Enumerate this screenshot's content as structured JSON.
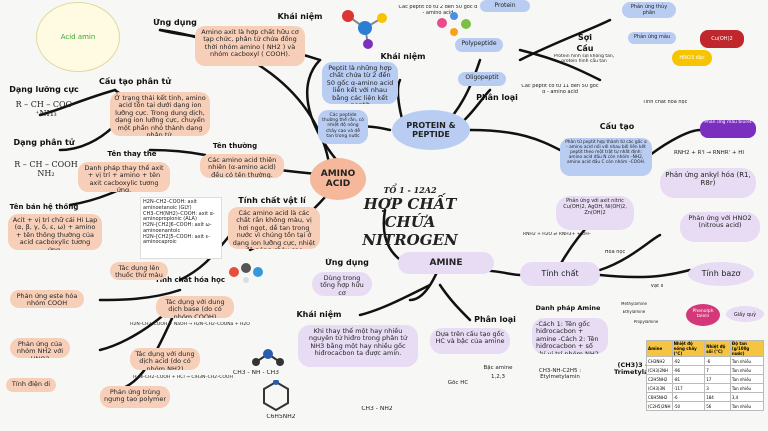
{
  "title": {
    "line1": "TỔ 1 - 12A2",
    "line2": "HỢP CHẤT CHỨA",
    "line3": "NITROGEN"
  },
  "amino_acid": {
    "center": "AMINO ACID",
    "khai_niem_label": "Khái niệm",
    "khai_niem_text": "Amino axit là hợp chất hữu cơ tạp chức, phân tử chứa đồng thời nhóm amino ( NH2 ) và nhóm cacboxyl ( COOH).",
    "ung_dung_label": "Ứng dụng",
    "acid_amin_label": "Acid amin",
    "cau_tao_label": "Cấu tạo phân tử",
    "cau_tao_text": "Ở trạng thái kết tinh, amino acid tồn tại dưới dạng ion lưỡng cực. Trong dung dịch, dạng ion lưỡng cực, chuyển một phần nhỏ thành dạng phân tử.",
    "dang_luong_cuc": "Dạng lưỡng cực",
    "dang_phan_tu": "Dạng phân tử",
    "ten_thay_the": "Tên thay thế",
    "ten_thay_the_text": "Danh pháp thay thế axit + vị trí + amino + tên axit cacboxylic tương ứng.",
    "ten_thuong": "Tên thường",
    "ten_thuong_text": "Các amino acid thiên nhiên (α-amino acid) đều có tên thường.",
    "ten_ban_he": "Tên bán hệ thống",
    "ten_ban_he_text": "Acit + vị trí chữ cái Hi Lạp (α, β, γ, δ, ε, ω) + amino + tên thông thường của acid cacboxylic tương ứng.",
    "examples": [
      "H2N–CH2–COOH: axit aminoetanoic (GLY)",
      "CH3–CH(NH2)–COOH: axit α-aminopropionic (ALA)",
      "H2N–[CH2]6–COOH: axit ω-aminoenantoic",
      "H2N–[CH2]5–COOH: axit ε-aminocaproic"
    ],
    "tinh_chat_vat_li": "Tính chất vật lí",
    "tinh_chat_vat_li_text": "Các amino acid là các chất rắn không màu, vị hơi ngọt, dễ tan trong nước vì chúng tồn tại ở dạng ion lưỡng cực, nhiệt độ nóng chảy cao",
    "tinh_chat_hoa_hoc": "Tính chất hóa học",
    "tac_dung_kiem": "Tác dụng lên thuốc thử màu",
    "phan_ung_este": "Phản ứng este hóa nhóm COOH",
    "phan_ung_hno2": "Phản ứng của nhóm NH2 với HNO2",
    "tinh_dien_di": "Tính điện di",
    "tac_dung_base": "Tác dụng với dung dịch base (do có nhóm COOH)",
    "tac_dung_acid": "Tác dụng với dung dịch acid (do có nhóm NH2)",
    "trung_ngung": "Phản ứng trùng ngưng tạo polymer",
    "eq1": "H2N–CH2–COOH + NaOH → H2N–CH2–COONa + H2O",
    "eq2": "H2N–CH2–COOH + HCl → ClH3N–CH2–COOH"
  },
  "peptide": {
    "center": "PROTEIN & PEPTIDE",
    "khai_niem_label": "Khái niệm",
    "khai_niem_text": "Peptit là những hợp chất chứa từ 2 đến 50 gốc α-amino acid liên kết với nhau bằng các liên kết peptit",
    "side_text": "Các peptide thường thể rắn, có nhiệt độ nóng chảy cao và dễ tan trong nước",
    "top_text": "Các peptit có từ 2 đến 50 gốc α - amino acid",
    "polypeptide": "Polypeptide",
    "oligopeptit": "Oligopeptit",
    "oligo_text": "Các peptit có từ 11 đến 50 gốc α - amino acid",
    "phan_loai": "Phân loại",
    "protein": "Protein",
    "soi": "Sợi",
    "cau": "Cầu",
    "cau_text": "Protein hình sợi không tan, protein hình cầu tan",
    "phan_ung_thuy_phan": "Phản ứng thủy phân",
    "phan_ung_mau": "Phản ứng màu",
    "cau_tao": "Cấu tạo",
    "cau_tao_text": "Phân tử peptit hợp thành từ các gốc α - amino acid nối với nhau bởi liên kết peptit theo một trật tự nhất định: amino acid đầu N còn nhóm –NH2, amino acid đầu C còn nhóm –COOH.",
    "tinh_chat_hoa_hoc": "Tính chất hóa học",
    "mau_biuret": "Phản ứng màu biuret",
    "cuoh2": "Cu(OH)2",
    "hno3": "HNO3 đặc"
  },
  "amine": {
    "center": "AMINE",
    "ung_dung": "Ứng dụng",
    "ung_dung_text": "Dùng trong tổng hợp hữu cơ",
    "khai_niem": "Khái niệm",
    "khai_niem_text": "Khi thay thế một hay nhiều nguyên tử hiđro trong phân tử NH3 bằng một hay nhiều gốc hiđrocacbon ta được amin.",
    "phan_loai": "Phân loại",
    "phan_loai_text": "Dựa trên cấu tạo gốc HC và bậc của amine",
    "bac_amine": "Bậc amine",
    "bac_values": "1,2,3",
    "goc_hc": "Gốc HC",
    "danh_phap": "Danh pháp Amine",
    "danh_phap_text": "-Cách 1: Tên gốc hiđrocacbon + amine -Cách 2: Tên hiđrocacbon + số chỉ vị trí nhóm NH2 + amine",
    "ex_ethyl": "CH3-NH-C2H5 : Etylmetylamin",
    "ex_trimethyl": "(CH3)3 –N : Trimetylamin",
    "tinh_chat": "Tính chất",
    "vat_li": "Vật lí",
    "hoa_hoc": "Hóa học",
    "tinh_bazo": "Tính bazơ",
    "hno2": "Phản ứng với HNO2 (nitrous acid)",
    "ankyl": "Phản ứng ankyl hóa (R1, R8r)",
    "muoi": "Phản ứng với axit nitric Cu(OH)2, AgOH, Ni(OH)2, Zn(OH)2",
    "phenolphtalein": "Phenolph talein",
    "giay_quy": "Giấy quỳ",
    "ch3nh2": "CH3 - NH2",
    "ch3nhch3": "CH3 - NH - CH3",
    "c6h5nh2": "C6H5NH2",
    "eq_base": "RNH2 + H2O ⇌ RNH3+ + OH–",
    "eq_ankyl": "RNH2 + R'I → RNHR' + HI",
    "methylamine": "Methylamine",
    "ethylamine": "Ethylamine",
    "propylamine": "Propylamine"
  },
  "table": {
    "headers": [
      "Amine",
      "Nhiệt độ nóng chảy (°C)",
      "Nhiệt độ sôi (°C)",
      "Độ tan (g/100g nước)"
    ],
    "rows": [
      [
        "CH3NH2",
        "-92",
        "-6",
        "Tan nhiều"
      ],
      [
        "(CH3)2NH",
        "-96",
        "7",
        "Tan nhiều"
      ],
      [
        "C2H5NH2",
        "-81",
        "17",
        "Tan nhiều"
      ],
      [
        "(CH3)3N",
        "-117",
        "3",
        "Tan nhiều"
      ],
      [
        "C6H5NH2",
        "-6",
        "184",
        "3,4"
      ],
      [
        "(C2H5)2NH",
        "-50",
        "56",
        "Tan nhiều"
      ]
    ]
  },
  "colors": {
    "peach": "#f7cfb8",
    "blue": "#b9cdf3",
    "lavender": "#e7dcf3",
    "line": "#111111"
  }
}
